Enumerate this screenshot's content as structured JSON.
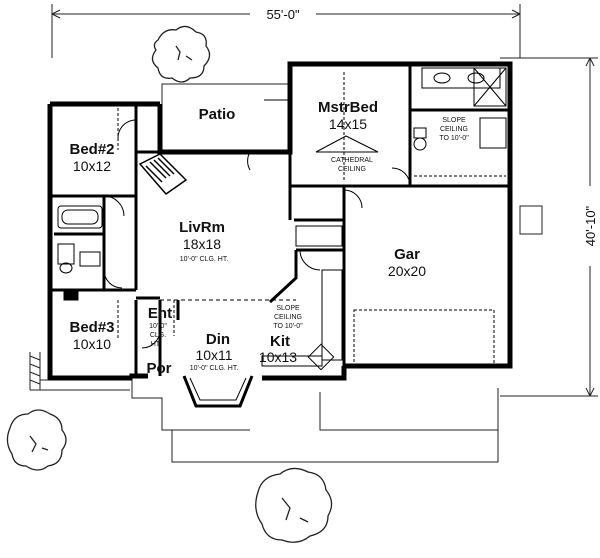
{
  "dimensions": {
    "width_label": "55'-0\"",
    "depth_label": "40'-10\""
  },
  "rooms": {
    "bed2": {
      "name": "Bed#2",
      "size": "10x12"
    },
    "bed3": {
      "name": "Bed#3",
      "size": "10x10"
    },
    "patio": {
      "name": "Patio"
    },
    "master": {
      "name": "MstrBed",
      "size": "14x15",
      "note1": "CATHEDRAL",
      "note2": "CEILING"
    },
    "bath": {
      "note1": "SLOPE",
      "note2": "CEILING",
      "note3": "TO 10'-0\""
    },
    "living": {
      "name": "LivRm",
      "size": "18x18",
      "note": "10'-0\" CLG. HT."
    },
    "garage": {
      "name": "Gar",
      "size": "20x20"
    },
    "entry": {
      "name": "Ent",
      "note1": "10'-0\"",
      "note2": "CLG.",
      "note3": "HT."
    },
    "dining": {
      "name": "Din",
      "size": "10x11",
      "note": "10'-0\" CLG. HT."
    },
    "kitchen": {
      "name": "Kit",
      "size": "10x13",
      "note1": "SLOPE",
      "note2": "CEILING",
      "note3": "TO 10'-0\""
    },
    "porch": {
      "name": "Por"
    }
  }
}
